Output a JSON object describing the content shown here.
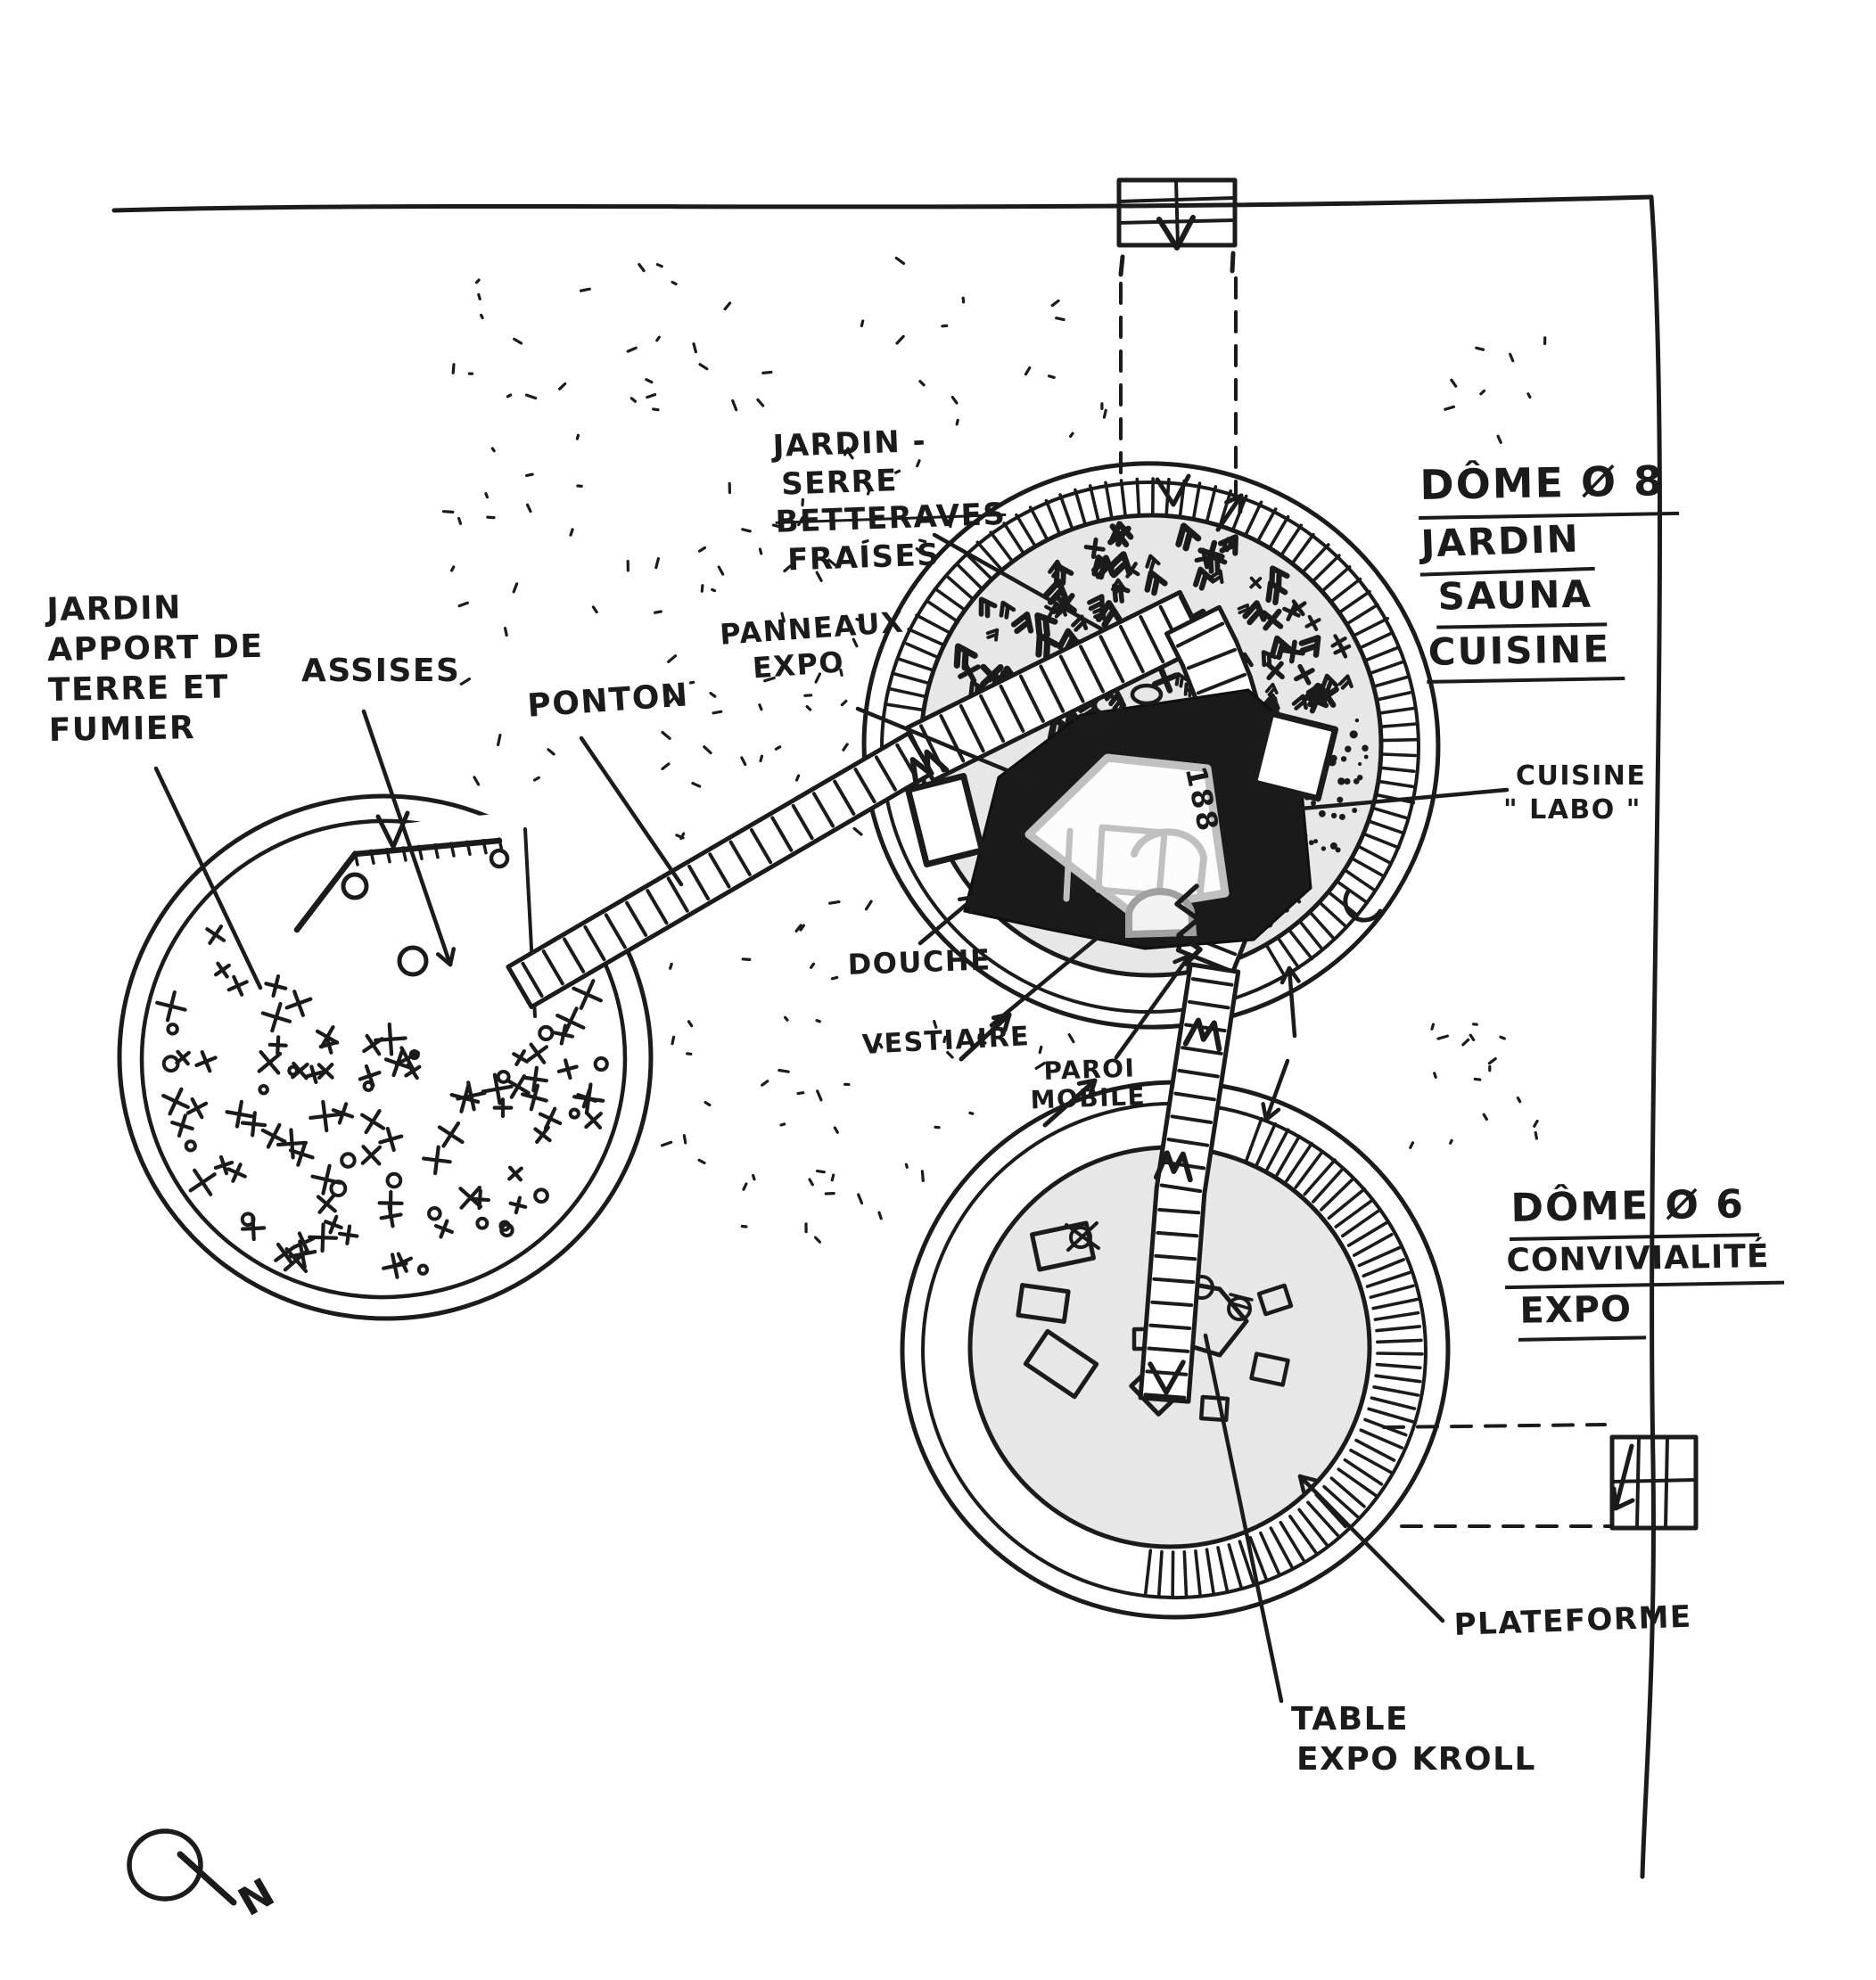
{
  "colors": {
    "ink": "#1b1b1b",
    "paper": "#ffffff",
    "dome_fill": "#e7e7e7",
    "sketch_gray": "#c0c0c0"
  },
  "annotations": {
    "jardin_serre": {
      "lines": [
        "JARDIN -",
        "SERRE",
        "BETTERAVES",
        "FRAISES"
      ]
    },
    "dome8": {
      "title": "DÔME Ø 8",
      "items": [
        "JARDIN",
        "SAUNA",
        "CUISINE"
      ]
    },
    "jardin_apport": {
      "lines": [
        "JARDIN",
        "APPORT DE",
        "TERRE ET",
        "FUMIER"
      ]
    },
    "assises": {
      "text": "ASSISES"
    },
    "ponton": {
      "text": "PONTON"
    },
    "panneaux_expo": {
      "lines": [
        "PANNEAUX",
        "EXPO"
      ]
    },
    "cuisine_labo": {
      "lines": [
        "CUISINE",
        "\" LABO \""
      ]
    },
    "douche": {
      "text": "DOUCHE"
    },
    "vestiaire": {
      "text": "VESTIAIRE"
    },
    "paroi_mobile": {
      "lines": [
        "PAROI",
        "MOBILE"
      ]
    },
    "dome6": {
      "title": "DÔME Ø 6",
      "items": [
        "CONVIVIALITÉ",
        "EXPO"
      ]
    },
    "plateforme": {
      "text": "PLATEFORME"
    },
    "table_expo": {
      "lines": [
        "TABLE",
        "EXPO KROLL"
      ]
    },
    "sauna_dim": {
      "text": "188"
    },
    "north": {
      "text": "N"
    }
  }
}
